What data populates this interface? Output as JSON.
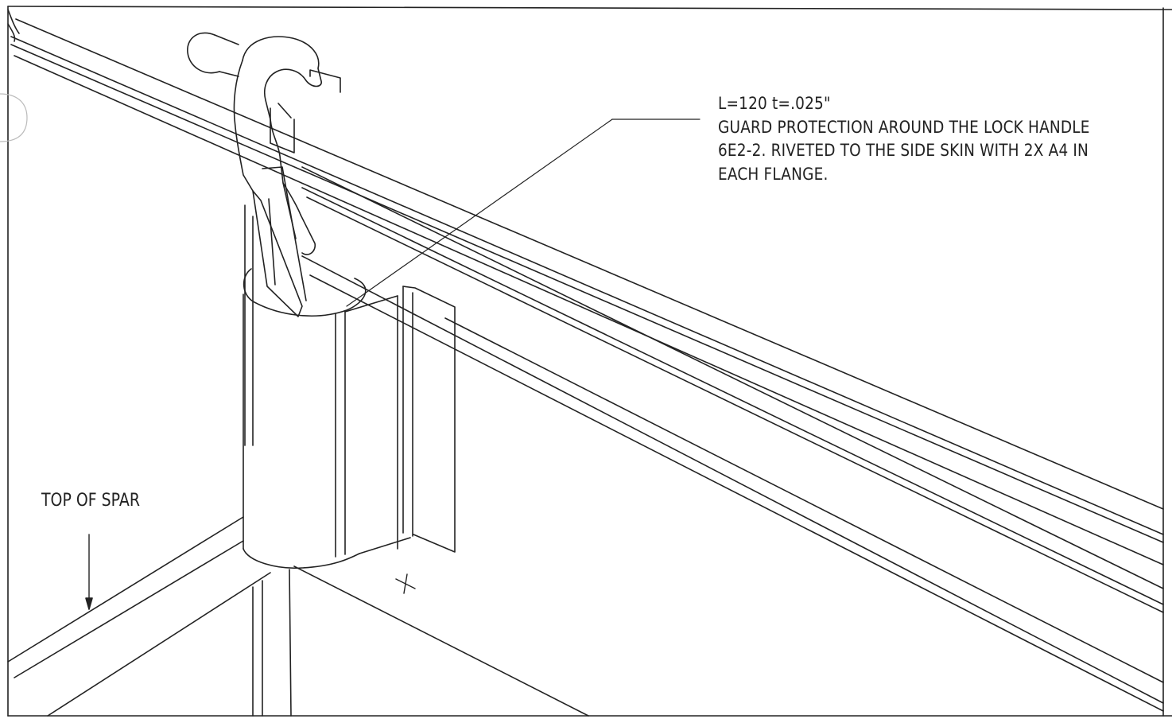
{
  "callout": {
    "lines": [
      "L=120 t=.025\"",
      "GUARD PROTECTION AROUND THE LOCK HANDLE",
      "6E2-2. RIVETED TO THE SIDE SKIN WITH 2X A4 IN",
      "EACH FLANGE."
    ]
  },
  "labels": {
    "top_of_spar": "TOP OF SPAR"
  },
  "colors": {
    "line": "#222222",
    "paper": "#ffffff"
  }
}
